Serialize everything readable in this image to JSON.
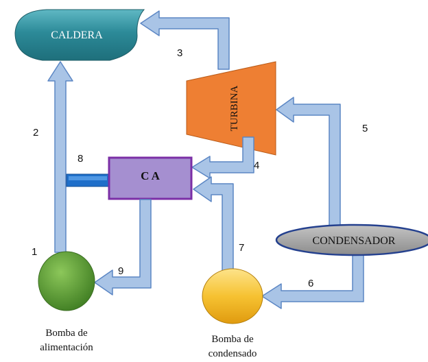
{
  "components": {
    "boiler": "CALDERA",
    "turbine": "TURBINA",
    "heater": "C A",
    "condenser": "CONDENSADOR",
    "feed_pump_line1": "Bomba de",
    "feed_pump_line2": "alimentación",
    "condensate_pump_line1": "Bomba de",
    "condensate_pump_line2": "condensado"
  },
  "streams": [
    "1",
    "2",
    "3",
    "4",
    "5",
    "6",
    "7",
    "8",
    "9"
  ],
  "colors": {
    "arrow_fill": "#a9c4e6",
    "arrow_stroke": "#5b86c4",
    "boiler": "#2c8a98",
    "turbine": "#ee7f33",
    "heater": "#a58fd0",
    "heater_border": "#7b2fa6",
    "condenser": "#a6a6a6",
    "condenser_border": "#24408e",
    "feed_pump": "#5d9a36",
    "condensate_pump": "#f3b41b",
    "connector": "#1f6fc9"
  }
}
